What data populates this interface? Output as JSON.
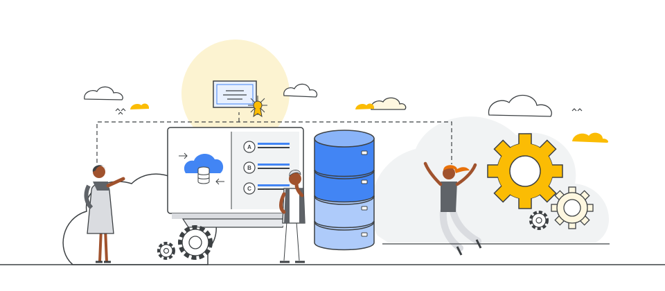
{
  "illustration": {
    "quiz_options": [
      "A",
      "B",
      "C"
    ],
    "colors": {
      "outline": "#3c4043",
      "blue": "#4285f4",
      "blue_light": "#aecbfa",
      "yellow": "#fbbc04",
      "yellow_light": "#fef7e0",
      "sun_glow": "#fcf3d1",
      "cloud_gray": "#f1f3f4",
      "skin": "#a0522d",
      "orange_hair": "#e8710a"
    },
    "icons": [
      "cloud-icon",
      "certificate-icon",
      "database-icon",
      "gear-icon"
    ]
  }
}
